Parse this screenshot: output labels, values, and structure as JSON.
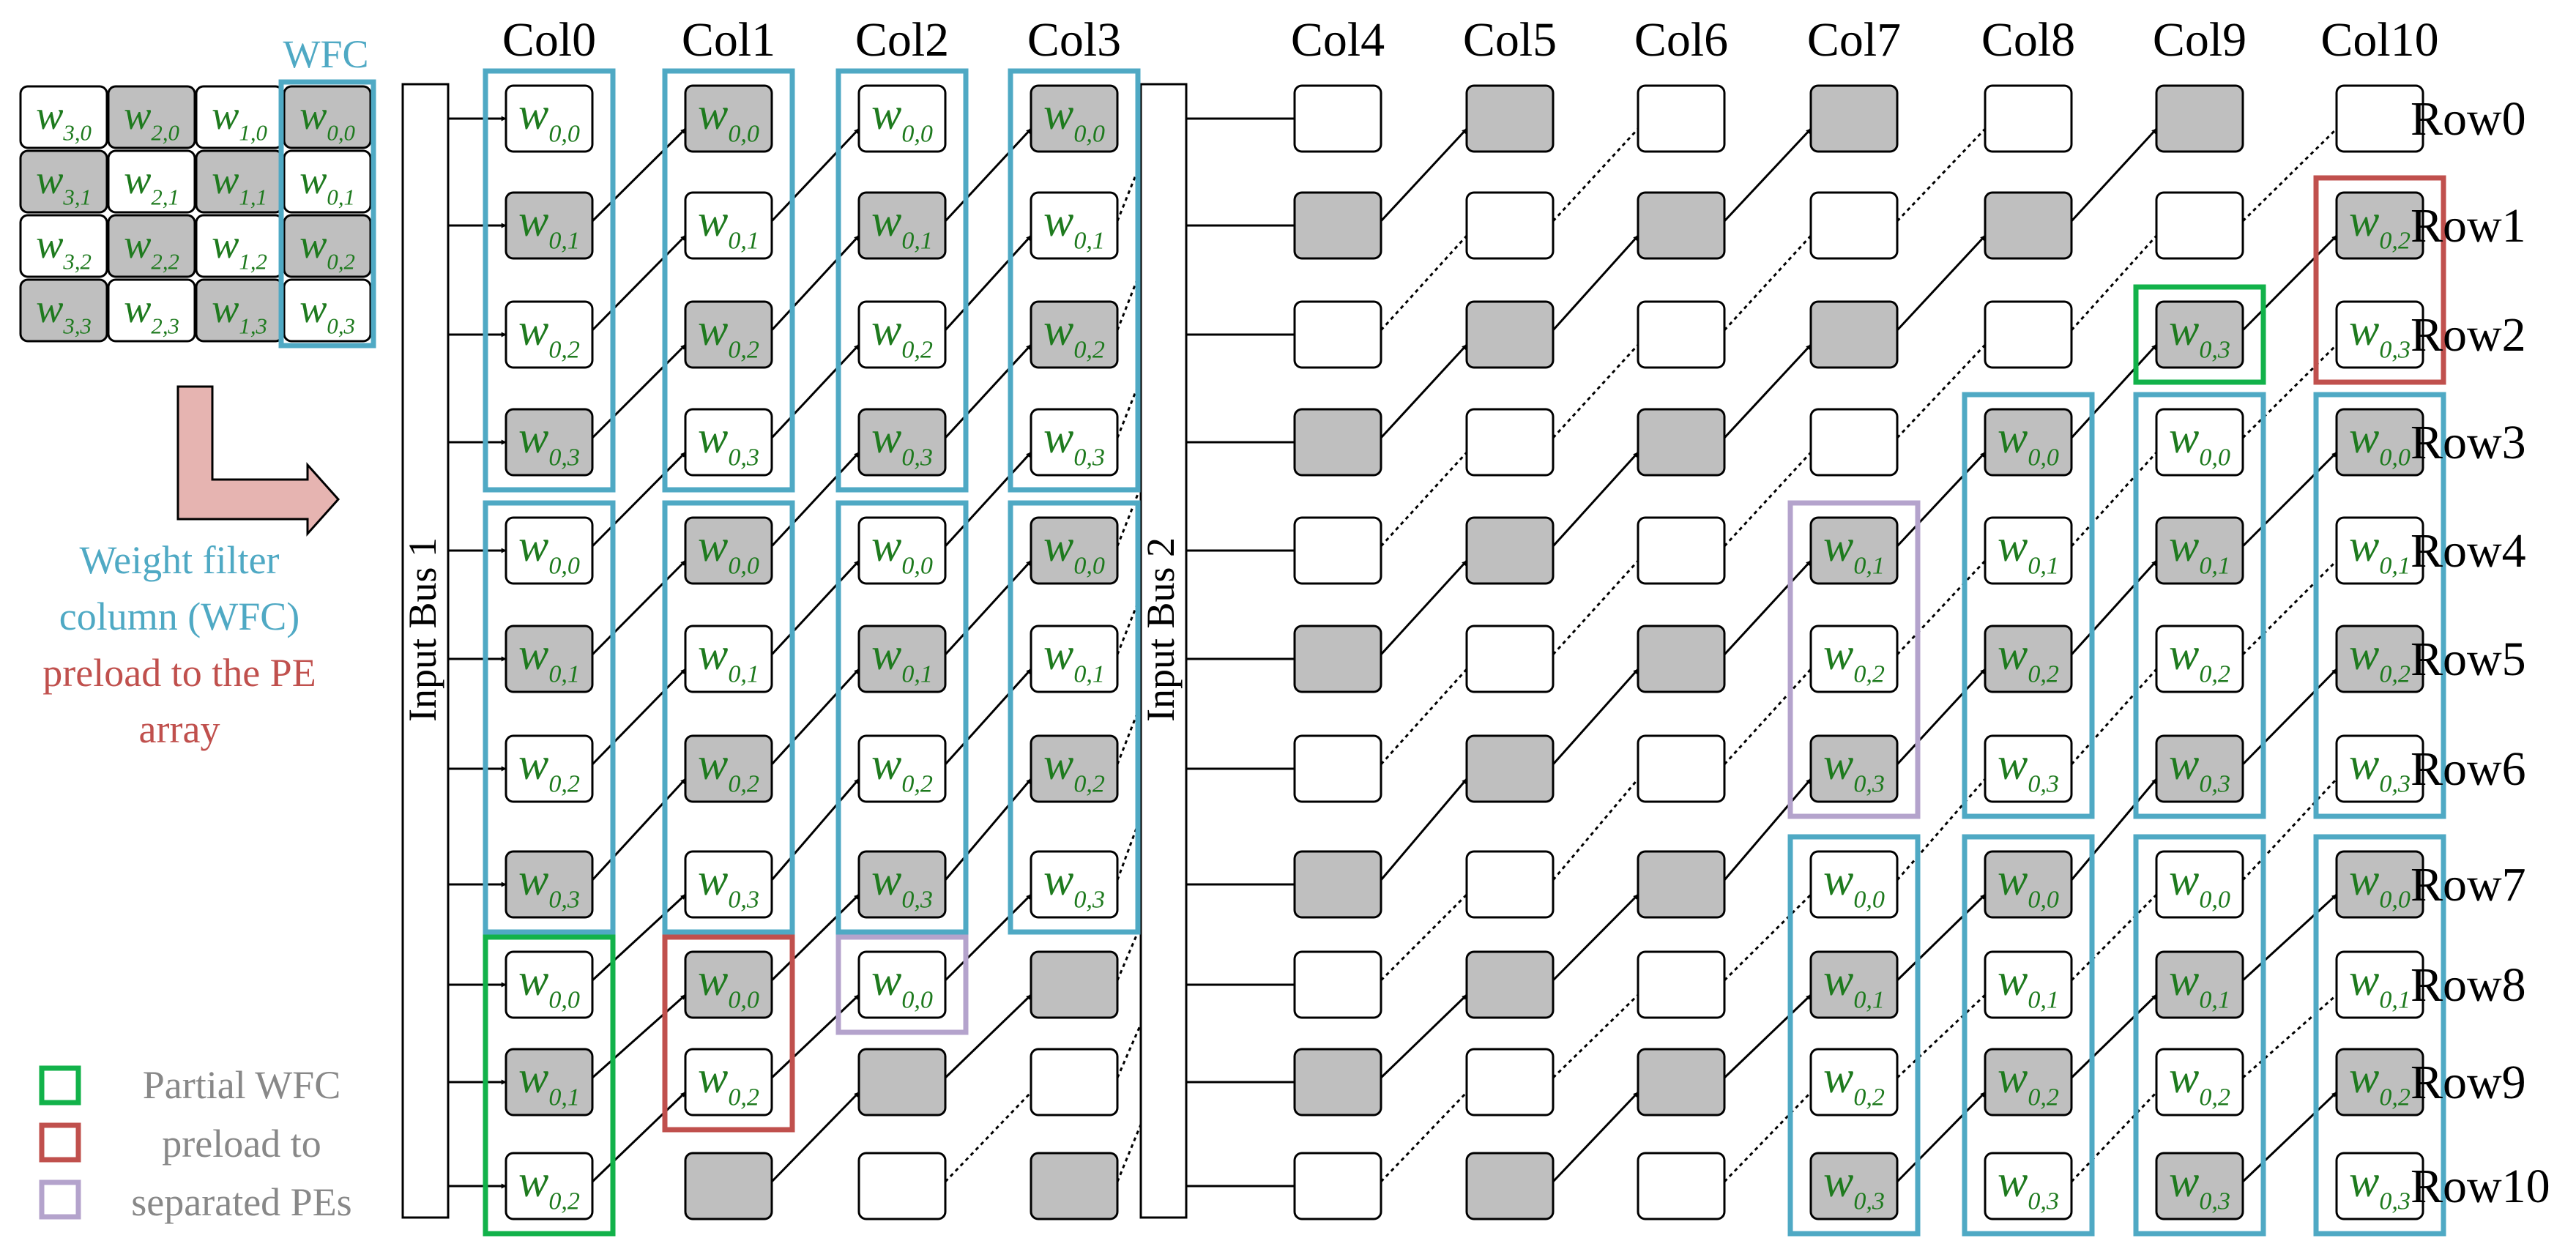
{
  "columns": [
    "Col0",
    "Col1",
    "Col2",
    "Col3",
    "Col4",
    "Col5",
    "Col6",
    "Col7",
    "Col8",
    "Col9",
    "Col10"
  ],
  "rows": [
    "Row0",
    "Row1",
    "Row2",
    "Row3",
    "Row4",
    "Row5",
    "Row6",
    "Row7",
    "Row8",
    "Row9",
    "Row10"
  ],
  "bus1_label": "Input Bus 1",
  "bus2_label": "Input Bus 2",
  "wfc_title": "WFC",
  "weight_matrix": [
    [
      {
        "w": "3,0",
        "g": 0
      },
      {
        "w": "2,0",
        "g": 1
      },
      {
        "w": "1,0",
        "g": 0
      },
      {
        "w": "0,0",
        "g": 1
      }
    ],
    [
      {
        "w": "3,1",
        "g": 1
      },
      {
        "w": "2,1",
        "g": 0
      },
      {
        "w": "1,1",
        "g": 1
      },
      {
        "w": "0,1",
        "g": 0
      }
    ],
    [
      {
        "w": "3,2",
        "g": 0
      },
      {
        "w": "2,2",
        "g": 1
      },
      {
        "w": "1,2",
        "g": 0
      },
      {
        "w": "0,2",
        "g": 1
      }
    ],
    [
      {
        "w": "3,3",
        "g": 1
      },
      {
        "w": "2,3",
        "g": 0
      },
      {
        "w": "1,3",
        "g": 1
      },
      {
        "w": "0,3",
        "g": 0
      }
    ]
  ],
  "caption": {
    "line1": "Weight filter",
    "line2": "column (WFC)",
    "line3": "preload to the PE",
    "line4": "array"
  },
  "legend": {
    "line1": "Partial WFC",
    "line2": "preload to",
    "line3": "separated PEs"
  },
  "colors": {
    "wfc_blue": "#4fa9c4",
    "partial_green": "#12b24a",
    "red": "#c0504d",
    "purple": "#b4a3cc",
    "gray_pe": "#bfbfbf",
    "label_green": "#1e7a1e",
    "arrow_pink": "#e6b4b1"
  },
  "pe_grid": [
    [
      "0,0",
      "0,0",
      "0,0",
      "0,0",
      "",
      "",
      "",
      "",
      "",
      "",
      ""
    ],
    [
      "0,1",
      "0,1",
      "0,1",
      "0,1",
      "",
      "",
      "",
      "",
      "",
      "",
      "0,2"
    ],
    [
      "0,2",
      "0,2",
      "0,2",
      "0,2",
      "",
      "",
      "",
      "",
      "",
      "0,3",
      "0,3"
    ],
    [
      "0,3",
      "0,3",
      "0,3",
      "0,3",
      "",
      "",
      "",
      "",
      "0,0",
      "0,0",
      "0,0"
    ],
    [
      "0,0",
      "0,0",
      "0,0",
      "0,0",
      "",
      "",
      "",
      "0,1",
      "0,1",
      "0,1",
      "0,1"
    ],
    [
      "0,1",
      "0,1",
      "0,1",
      "0,1",
      "",
      "",
      "",
      "0,2",
      "0,2",
      "0,2",
      "0,2"
    ],
    [
      "0,2",
      "0,2",
      "0,2",
      "0,2",
      "",
      "",
      "",
      "0,3",
      "0,3",
      "0,3",
      "0,3"
    ],
    [
      "0,3",
      "0,3",
      "0,3",
      "0,3",
      "",
      "",
      "",
      "0,0",
      "0,0",
      "0,0",
      "0,0"
    ],
    [
      "0,0",
      "0,0",
      "0,0",
      "",
      "",
      "",
      "",
      "0,1",
      "0,1",
      "0,1",
      "0,1"
    ],
    [
      "0,1",
      "0,2",
      "",
      "",
      "",
      "",
      "",
      "0,2",
      "0,2",
      "0,2",
      "0,2"
    ],
    [
      "0,2",
      "",
      "",
      "",
      "",
      "",
      "",
      "0,3",
      "0,3",
      "0,3",
      "0,3"
    ]
  ],
  "highlight_boxes": [
    {
      "kind": "blue",
      "col": 0,
      "r0": 0,
      "r1": 3
    },
    {
      "kind": "blue",
      "col": 1,
      "r0": 0,
      "r1": 3
    },
    {
      "kind": "blue",
      "col": 2,
      "r0": 0,
      "r1": 3
    },
    {
      "kind": "blue",
      "col": 3,
      "r0": 0,
      "r1": 3
    },
    {
      "kind": "blue",
      "col": 0,
      "r0": 4,
      "r1": 7
    },
    {
      "kind": "blue",
      "col": 1,
      "r0": 4,
      "r1": 7
    },
    {
      "kind": "blue",
      "col": 2,
      "r0": 4,
      "r1": 7
    },
    {
      "kind": "blue",
      "col": 3,
      "r0": 4,
      "r1": 7
    },
    {
      "kind": "green",
      "col": 0,
      "r0": 8,
      "r1": 10
    },
    {
      "kind": "red",
      "col": 1,
      "r0": 8,
      "r1": 9
    },
    {
      "kind": "purple",
      "col": 2,
      "r0": 8,
      "r1": 8
    },
    {
      "kind": "red",
      "col": 10,
      "r0": 1,
      "r1": 2
    },
    {
      "kind": "green",
      "col": 9,
      "r0": 2,
      "r1": 2
    },
    {
      "kind": "blue",
      "col": 8,
      "r0": 3,
      "r1": 6
    },
    {
      "kind": "blue",
      "col": 9,
      "r0": 3,
      "r1": 6
    },
    {
      "kind": "blue",
      "col": 10,
      "r0": 3,
      "r1": 6
    },
    {
      "kind": "purple",
      "col": 7,
      "r0": 4,
      "r1": 6
    },
    {
      "kind": "blue",
      "col": 7,
      "r0": 7,
      "r1": 10
    },
    {
      "kind": "blue",
      "col": 8,
      "r0": 7,
      "r1": 10
    },
    {
      "kind": "blue",
      "col": 9,
      "r0": 7,
      "r1": 10
    },
    {
      "kind": "blue",
      "col": 10,
      "r0": 7,
      "r1": 10
    }
  ]
}
